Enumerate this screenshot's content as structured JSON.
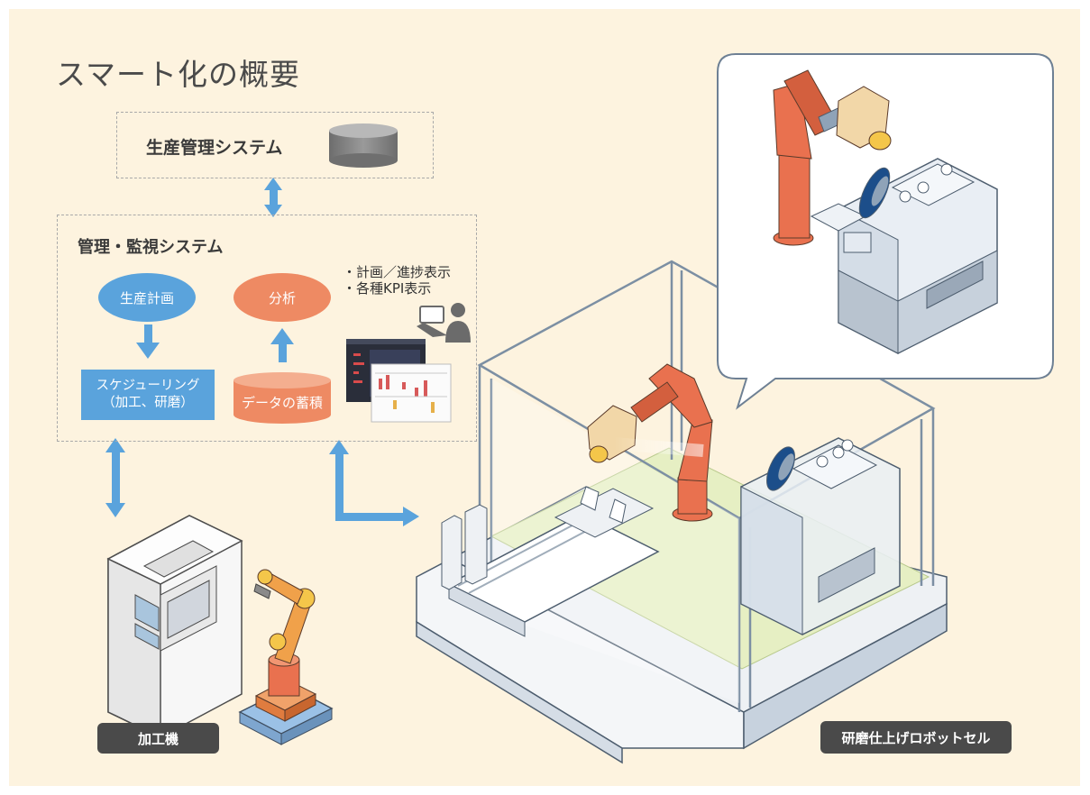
{
  "title": "スマート化の概要",
  "production_system": {
    "label": "生産管理システム"
  },
  "monitor_system": {
    "label": "管理・監視システム",
    "plan": "生産計画",
    "analysis": "分析",
    "scheduling_line1": "スケジューリング",
    "scheduling_line2": "（加工、研磨）",
    "storage": "データの蓄積",
    "notes": [
      "・計画／進捗表示",
      "・各種KPI表示"
    ]
  },
  "labels": {
    "machine": "加工機",
    "robot_cell": "研磨仕上げロボットセル"
  },
  "colors": {
    "background": "#fdf3df",
    "accent_blue": "#5aa3dc",
    "accent_orange": "#ee8a63",
    "robot_orange": "#e9714f",
    "floor_green": "#e6efc3",
    "label_dark": "#4a4a4a"
  }
}
